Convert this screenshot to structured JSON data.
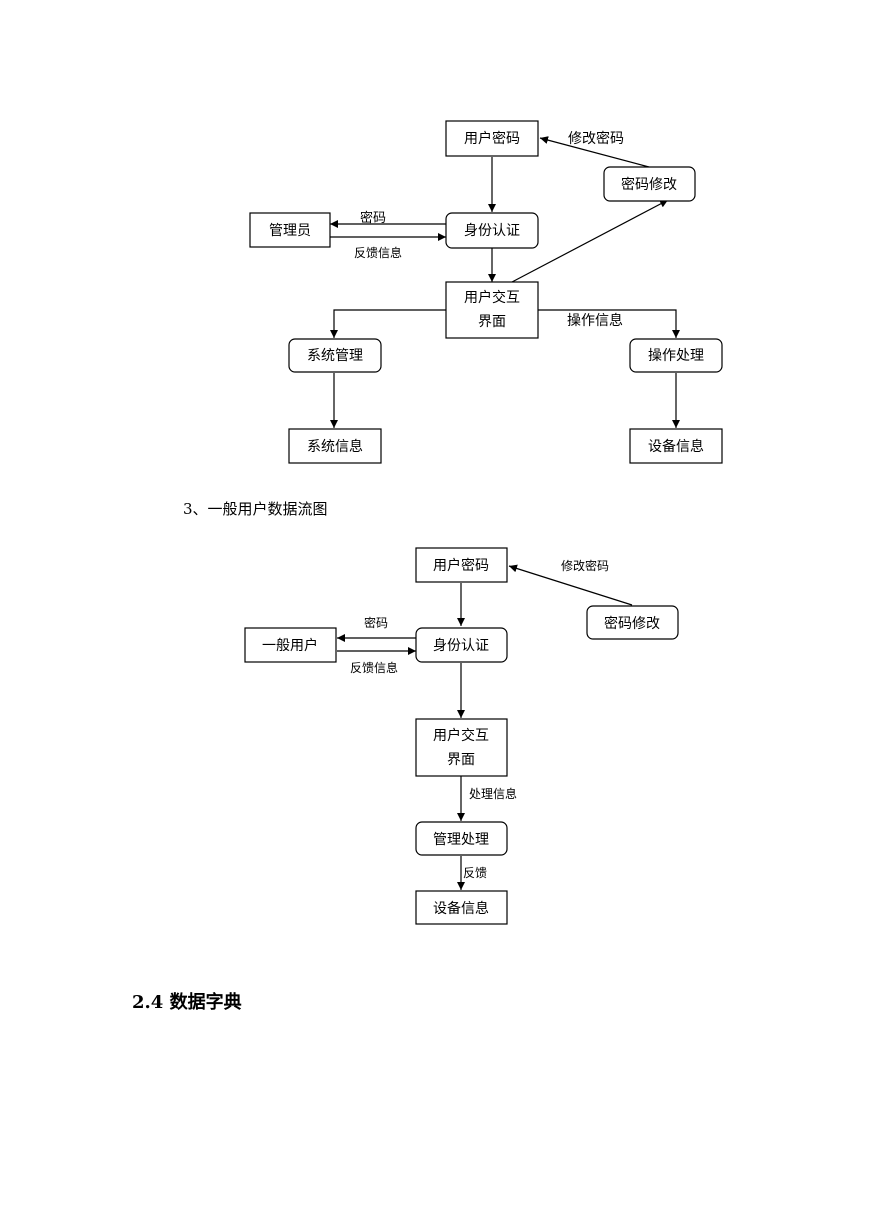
{
  "diagram1": {
    "nodes": {
      "user_password": "用户密码",
      "password_change": "密码修改",
      "admin": "管理员",
      "auth": "身份认证",
      "ui_line1": "用户交互",
      "ui_line2": "界面",
      "sys_manage": "系统管理",
      "op_process": "操作处理",
      "sys_info": "系统信息",
      "device_info": "设备信息"
    },
    "edges": {
      "change_password": "修改密码",
      "password": "密码",
      "feedback": "反馈信息",
      "op_info": "操作信息"
    }
  },
  "caption": "3、一般用户数据流图",
  "diagram2": {
    "nodes": {
      "user_password": "用户密码",
      "password_change": "密码修改",
      "general_user": "一般用户",
      "auth": "身份认证",
      "ui_line1": "用户交互",
      "ui_line2": "界面",
      "manage_process": "管理处理",
      "device_info": "设备信息"
    },
    "edges": {
      "change_password": "修改密码",
      "password": "密码",
      "feedback_info": "反馈信息",
      "process_info": "处理信息",
      "feedback": "反馈"
    }
  },
  "heading": "2.4  数据字典"
}
